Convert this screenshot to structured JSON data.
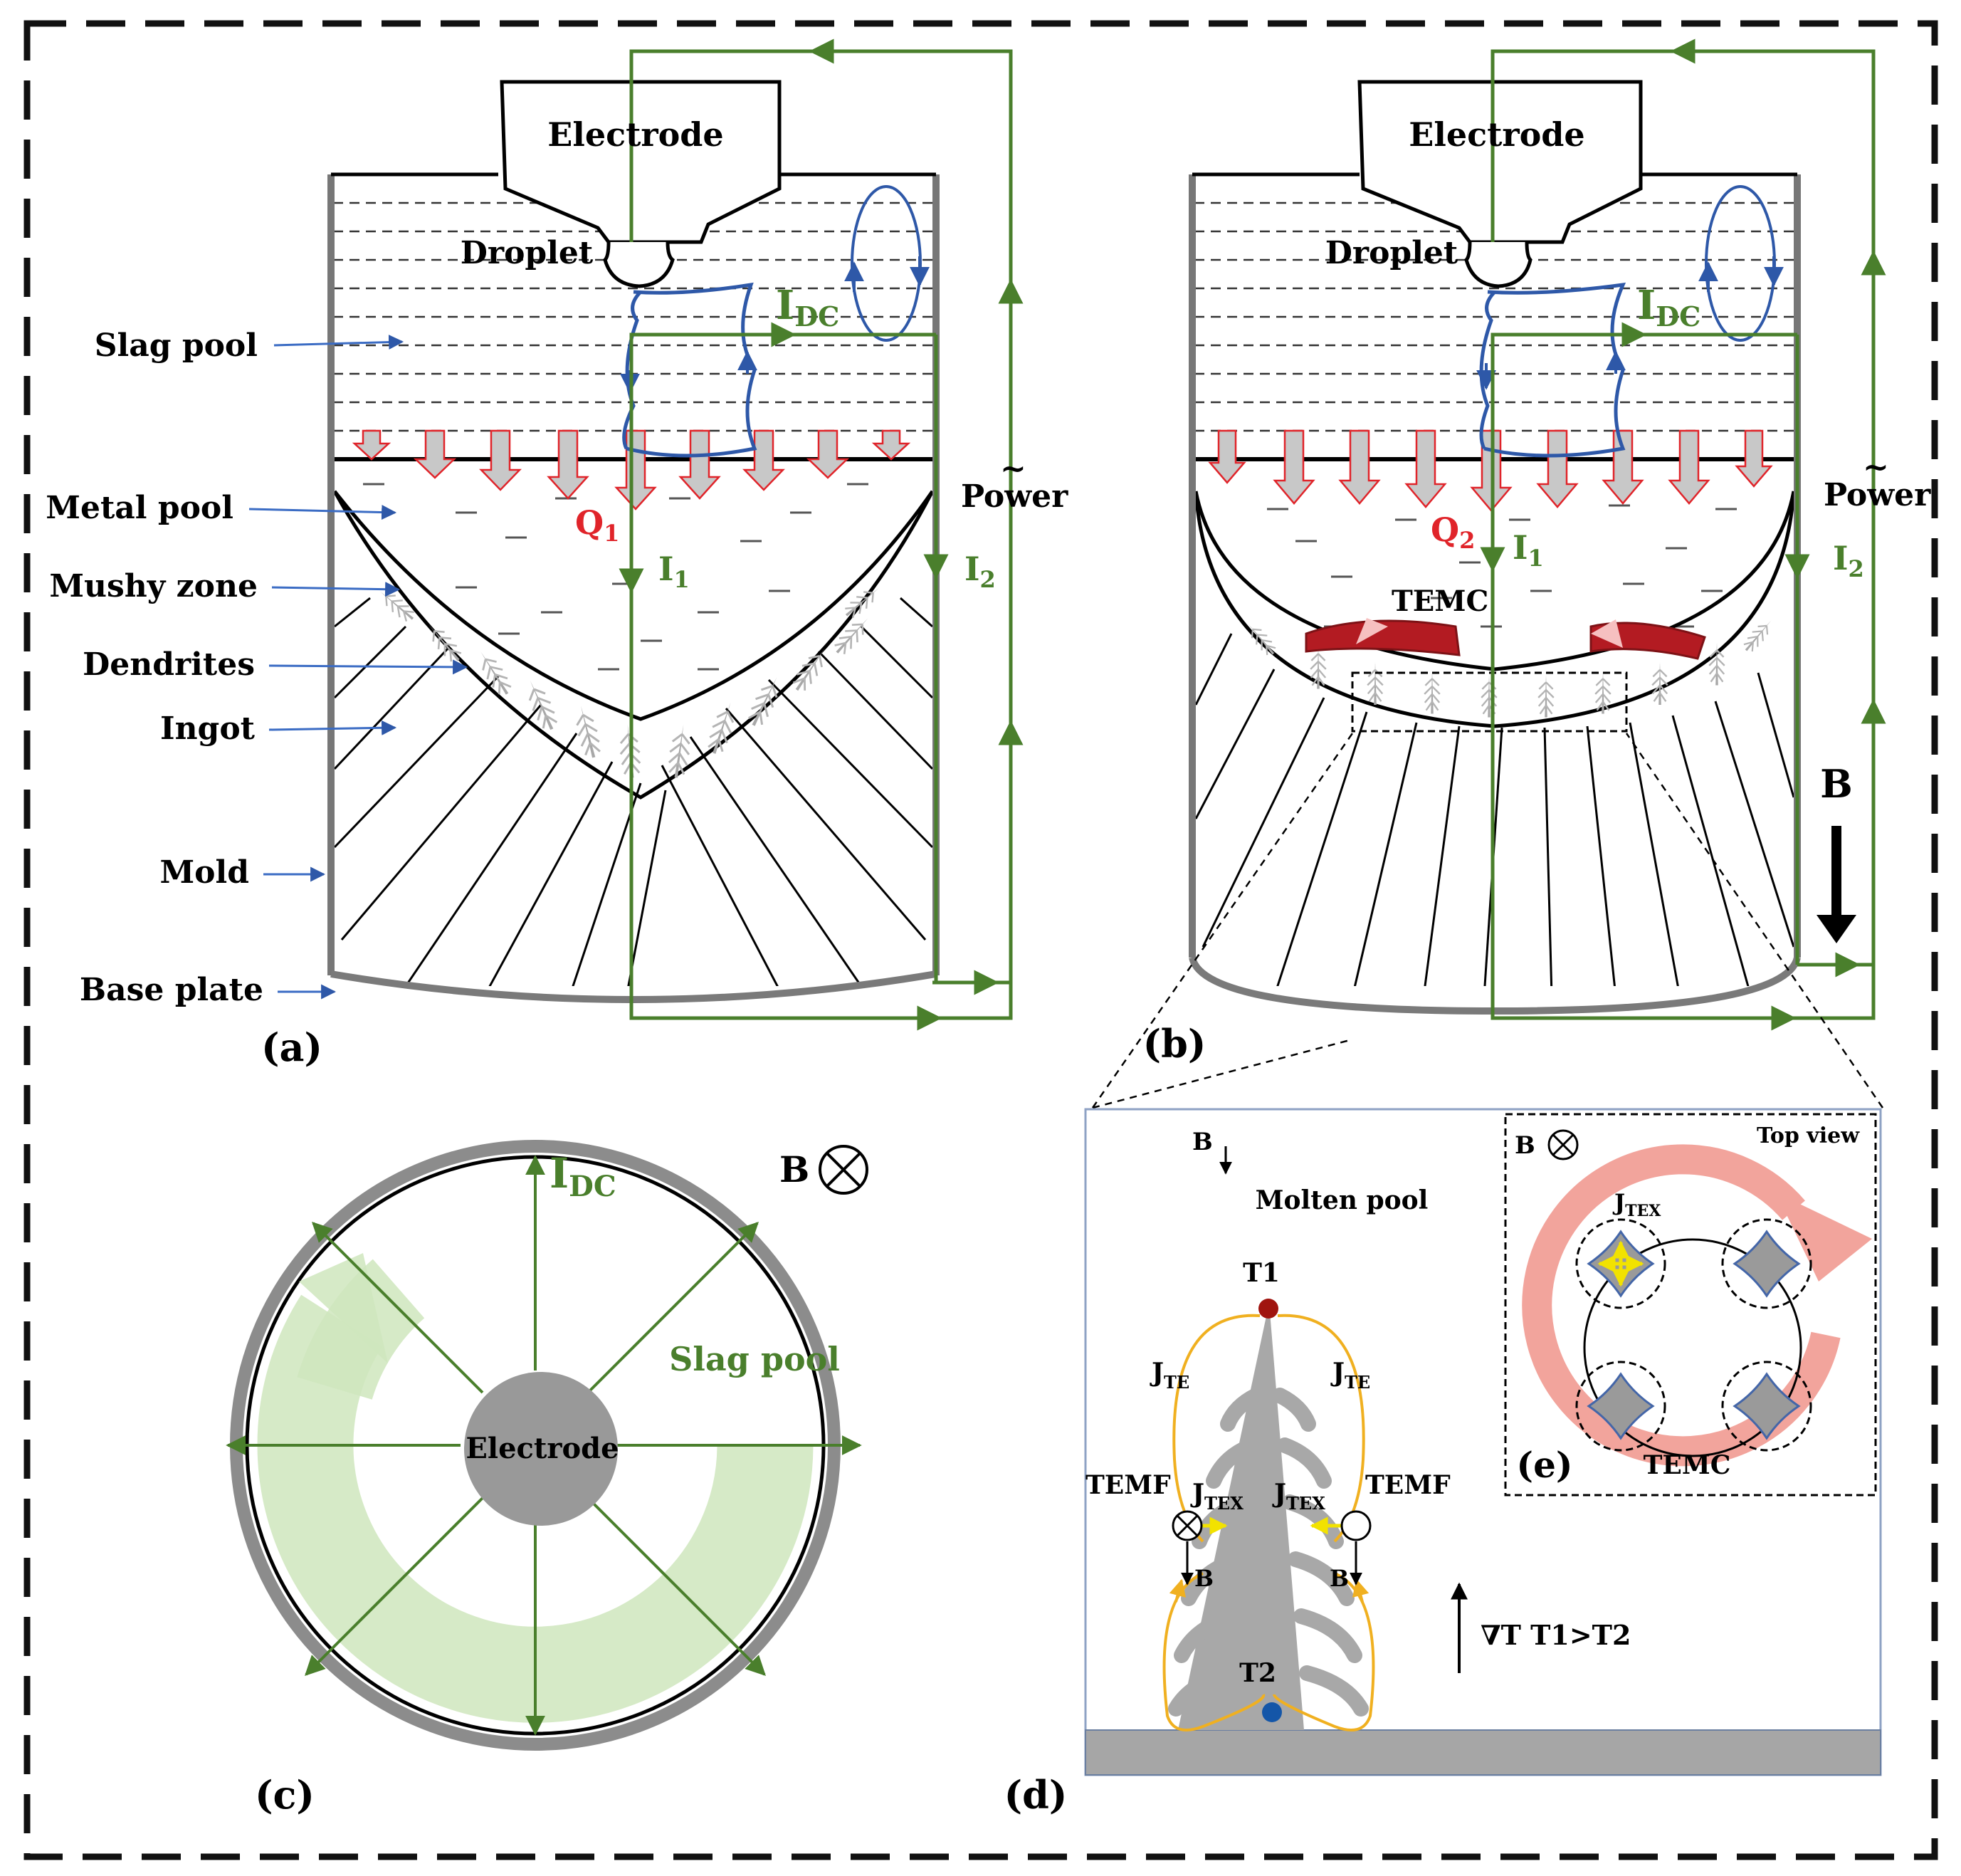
{
  "colors": {
    "green": "#4a7f2c",
    "blue": "#2e58a8",
    "red": "#e0242a",
    "gray": "#8c8c8c",
    "light_green": "#cfe6bd",
    "pink": "#f0a098",
    "yellow": "#f2e200",
    "orange": "#f0b020"
  },
  "panel_a": {
    "electrode": "Electrode",
    "droplet": "Droplet",
    "idc_main": "I",
    "idc_sub": "DC",
    "power": "Power",
    "power_mark": "~",
    "q_main": "Q",
    "q_sub": "1",
    "i1_main": "I",
    "i1_sub": "1",
    "i2_main": "I",
    "i2_sub": "2",
    "caption": "(a)",
    "labels": [
      "Slag pool",
      "Metal pool",
      "Mushy zone",
      "Dendrites",
      "Ingot",
      "Mold",
      "Base plate"
    ]
  },
  "panel_b": {
    "electrode": "Electrode",
    "droplet": "Droplet",
    "idc_main": "I",
    "idc_sub": "DC",
    "power": "Power",
    "power_mark": "~",
    "q_main": "Q",
    "q_sub": "2",
    "i1_main": "I",
    "i1_sub": "1",
    "i2_main": "I",
    "i2_sub": "2",
    "temc": "TEMC",
    "b_label": "B",
    "caption": "(b)"
  },
  "panel_c": {
    "electrode": "Electrode",
    "slag_pool": "Slag pool",
    "idc_main": "I",
    "idc_sub": "DC",
    "b_label": "B",
    "caption": "(c)"
  },
  "panel_d": {
    "b_label": "B",
    "molten_pool": "Molten pool",
    "t1": "T1",
    "t2": "T2",
    "jte_main": "J",
    "jte_sub": "TE",
    "jtex_main": "J",
    "jtex_sub": "TEX",
    "temf": "TEMF",
    "grad_label": "∇T  T1>T2",
    "caption": "(d)"
  },
  "panel_e": {
    "b_label": "B",
    "top_view": "Top view",
    "jtex_main": "J",
    "jtex_sub": "TEX",
    "temc": "TEMC",
    "caption": "(e)"
  }
}
